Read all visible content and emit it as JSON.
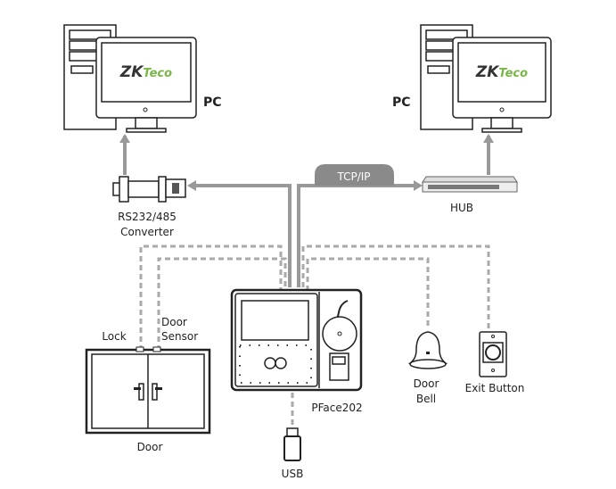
{
  "pcs": [
    {
      "label": "PC",
      "logo": "ZKTeco"
    },
    {
      "label": "PC",
      "logo": "ZKTeco"
    }
  ],
  "converter": {
    "line1": "RS232/485",
    "line2": "Converter"
  },
  "network": {
    "label": "TCP/IP"
  },
  "hub": {
    "label": "HUB"
  },
  "device": {
    "label": "PFace202"
  },
  "door": {
    "label": "Door",
    "lock": "Lock",
    "sensor_line1": "Door",
    "sensor_line2": "Sensor"
  },
  "bell": {
    "line1": "Door",
    "line2": "Bell"
  },
  "exit": {
    "label": "Exit Button"
  },
  "usb": {
    "label": "USB"
  },
  "colors": {
    "logo_dark": "#333333",
    "logo_green": "#7ab648",
    "connector": "#999999",
    "pill": "#8a8a8a"
  }
}
